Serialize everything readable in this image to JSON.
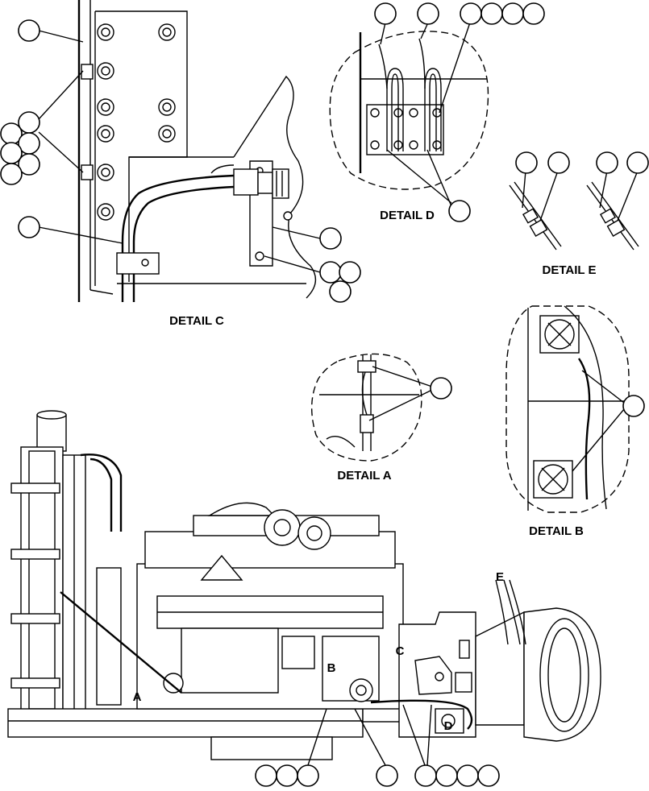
{
  "details": {
    "c": "DETAIL C",
    "d": "DETAIL D",
    "e": "DETAIL E",
    "a": "DETAIL A",
    "b": "DETAIL B"
  },
  "markers": {
    "a": "A",
    "b": "B",
    "c": "C",
    "d": "D",
    "e": "E"
  }
}
